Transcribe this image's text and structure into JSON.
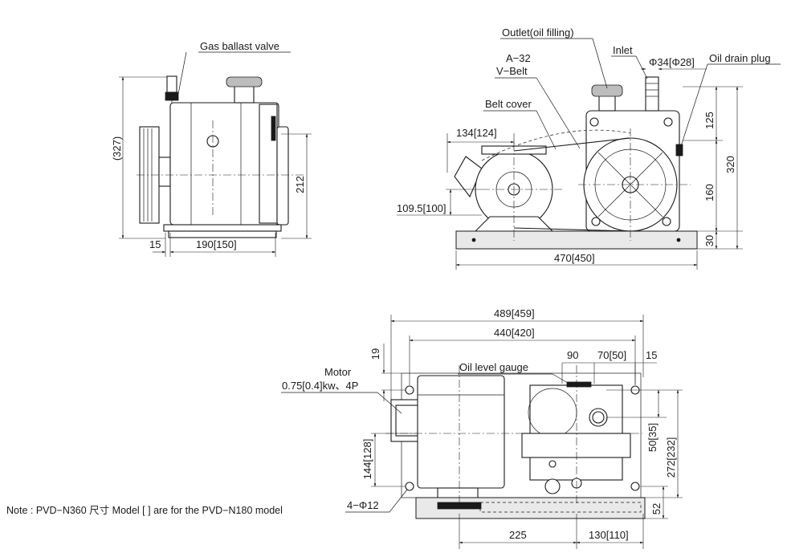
{
  "side_view": {
    "label_gas_ballast_valve": "Gas ballast valve",
    "dim_height_overall": "(327)",
    "dim_height_212": "212",
    "dim_left_15": "15",
    "dim_width_190": "190[150]"
  },
  "front_view": {
    "label_outlet": "Outlet(oil filling)",
    "label_belt_type_1": "A−32",
    "label_belt_type_2": "V−Belt",
    "label_inlet": "Inlet",
    "label_inlet_dia": "Φ34[Φ28]",
    "label_oil_drain_plug": "Oil drain plug",
    "label_belt_cover": "Belt cover",
    "dim_134": "134[124]",
    "dim_109_5": "109.5[100]",
    "dim_470": "470[450]",
    "dim_125": "125",
    "dim_320": "320",
    "dim_160": "160",
    "dim_30": "30"
  },
  "top_view": {
    "dim_489": "489[459]",
    "dim_440": "440[420]",
    "dim_19": "19",
    "dim_90": "90",
    "dim_70": "70[50]",
    "dim_15": "15",
    "label_oil_level_gauge": "Oil level gauge",
    "label_motor_1": "Motor",
    "label_motor_2": "0.75[0.4]kw、4P",
    "dim_50": "50[35]",
    "dim_272": "272[232]",
    "dim_144": "144[128]",
    "label_holes": "4−Φ12",
    "dim_52": "52",
    "dim_225": "225",
    "dim_130": "130[110]"
  },
  "note": "Note : PVD−N360 尺寸 Model [ ] are for the PVD−N180 model"
}
